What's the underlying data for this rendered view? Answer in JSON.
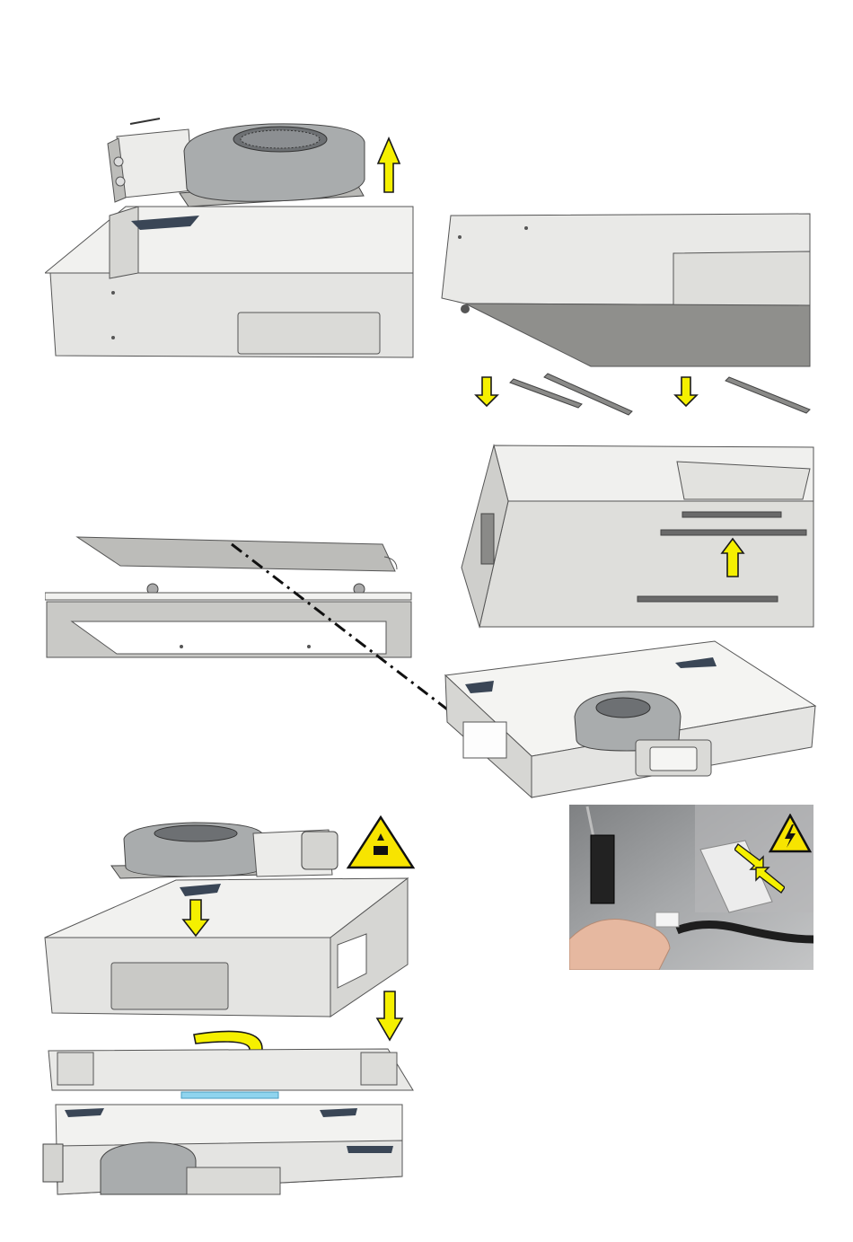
{
  "page": {
    "colors": {
      "background": "#ffffff",
      "sheet_metal": "#e4e4e2",
      "sheet_metal_shade": "#c9c9c6",
      "sheet_metal_dark": "#8f8f8c",
      "arrow_yellow": "#f5f000",
      "arrow_outline": "#1a1a1a",
      "bracket": "#3a4656",
      "warning_yellow": "#f7e400",
      "filter_blue": "#8fd4ee"
    },
    "steps": [
      {
        "id": "remove-blower",
        "arrow": "up-arrow"
      },
      {
        "id": "remove-rails",
        "arrows": [
          "down-arrow",
          "down-arrow"
        ]
      },
      {
        "id": "cover-plate",
        "connector": "dash-dot-line"
      },
      {
        "id": "install-rails",
        "arrow": "up-arrow"
      },
      {
        "id": "housing-with-blower"
      },
      {
        "id": "install-blower",
        "warning": "hand-crush-icon",
        "arrows": [
          "down-arrow",
          "down-arrow",
          "rotate-arrow"
        ]
      },
      {
        "id": "electrical-connection",
        "warning": "high-voltage-icon"
      }
    ]
  }
}
